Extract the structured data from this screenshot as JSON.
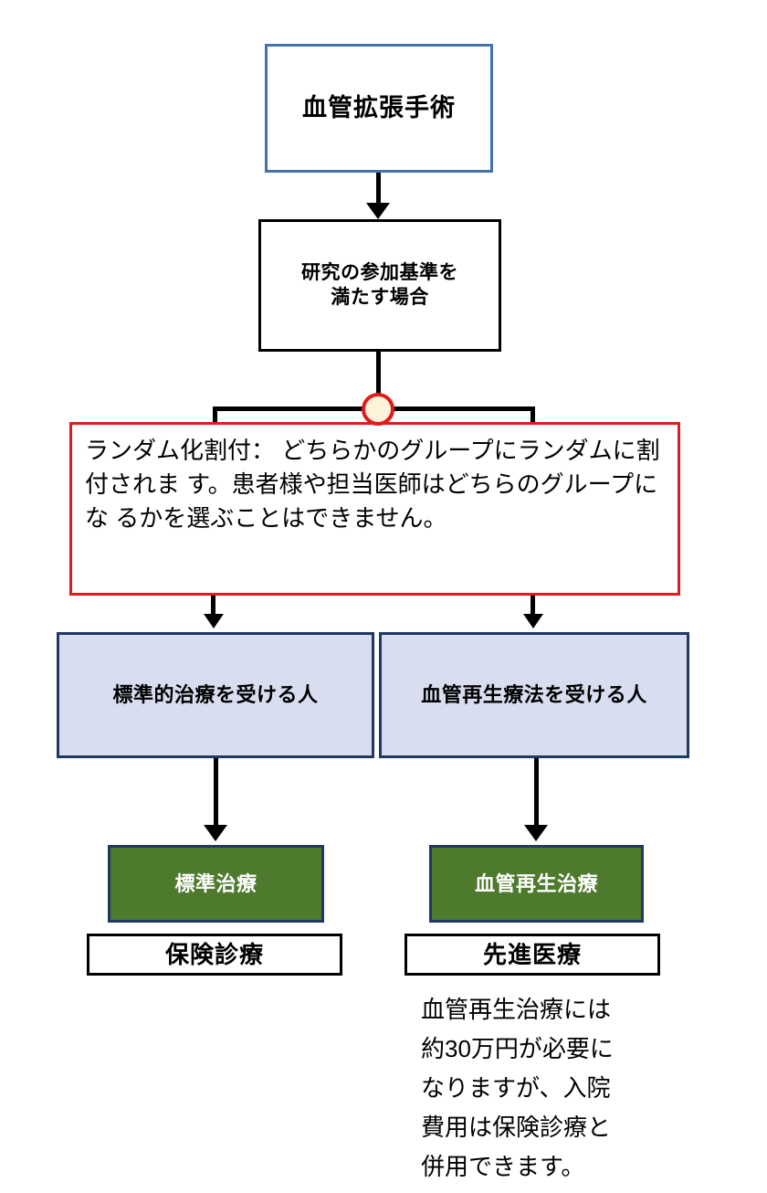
{
  "diagram": {
    "title_box": {
      "label": "血管拡張手術"
    },
    "criteria_box": {
      "label": "研究の参加基準を\n満たす場合"
    },
    "randomization_box": {
      "label": "ランダム化割付：\nどちらかのグループにランダムに割付されま\nす。患者様や担当医師はどちらのグループにな\nるかを選ぶことはできません。",
      "border_color": "#e01b1b"
    },
    "randomization_node": {
      "name": "randomization-circle",
      "fill_color": "#fdf3da",
      "border_color": "#e11b1b"
    },
    "groups": [
      {
        "label": "標準的治療を受ける人",
        "fill_color": "#d8def0",
        "border_color": "#1f3864"
      },
      {
        "label": "血管再生療法を受ける人",
        "fill_color": "#d8def0",
        "border_color": "#1f3864"
      }
    ],
    "treatments": [
      {
        "label": "標準治療",
        "fill_color": "#4e7a2e",
        "text_color": "#ffffff"
      },
      {
        "label": "血管再生治療",
        "fill_color": "#4e7a2e",
        "text_color": "#ffffff"
      }
    ],
    "costs": [
      {
        "label": "保険診療"
      },
      {
        "label": "先進医療"
      }
    ],
    "caption": "血管再生治療には\n約30万円が必要に\nなりますが、入院\n費用は保険診療と\n併用できます。",
    "colors": {
      "top_box_border": "#4273b0",
      "group_fill": "#d8def0",
      "group_border": "#1f3864",
      "treatment_fill": "#4e7a2e",
      "random_border": "#e01b1b",
      "node_fill": "#fdf3da",
      "connector": "#000000"
    }
  }
}
